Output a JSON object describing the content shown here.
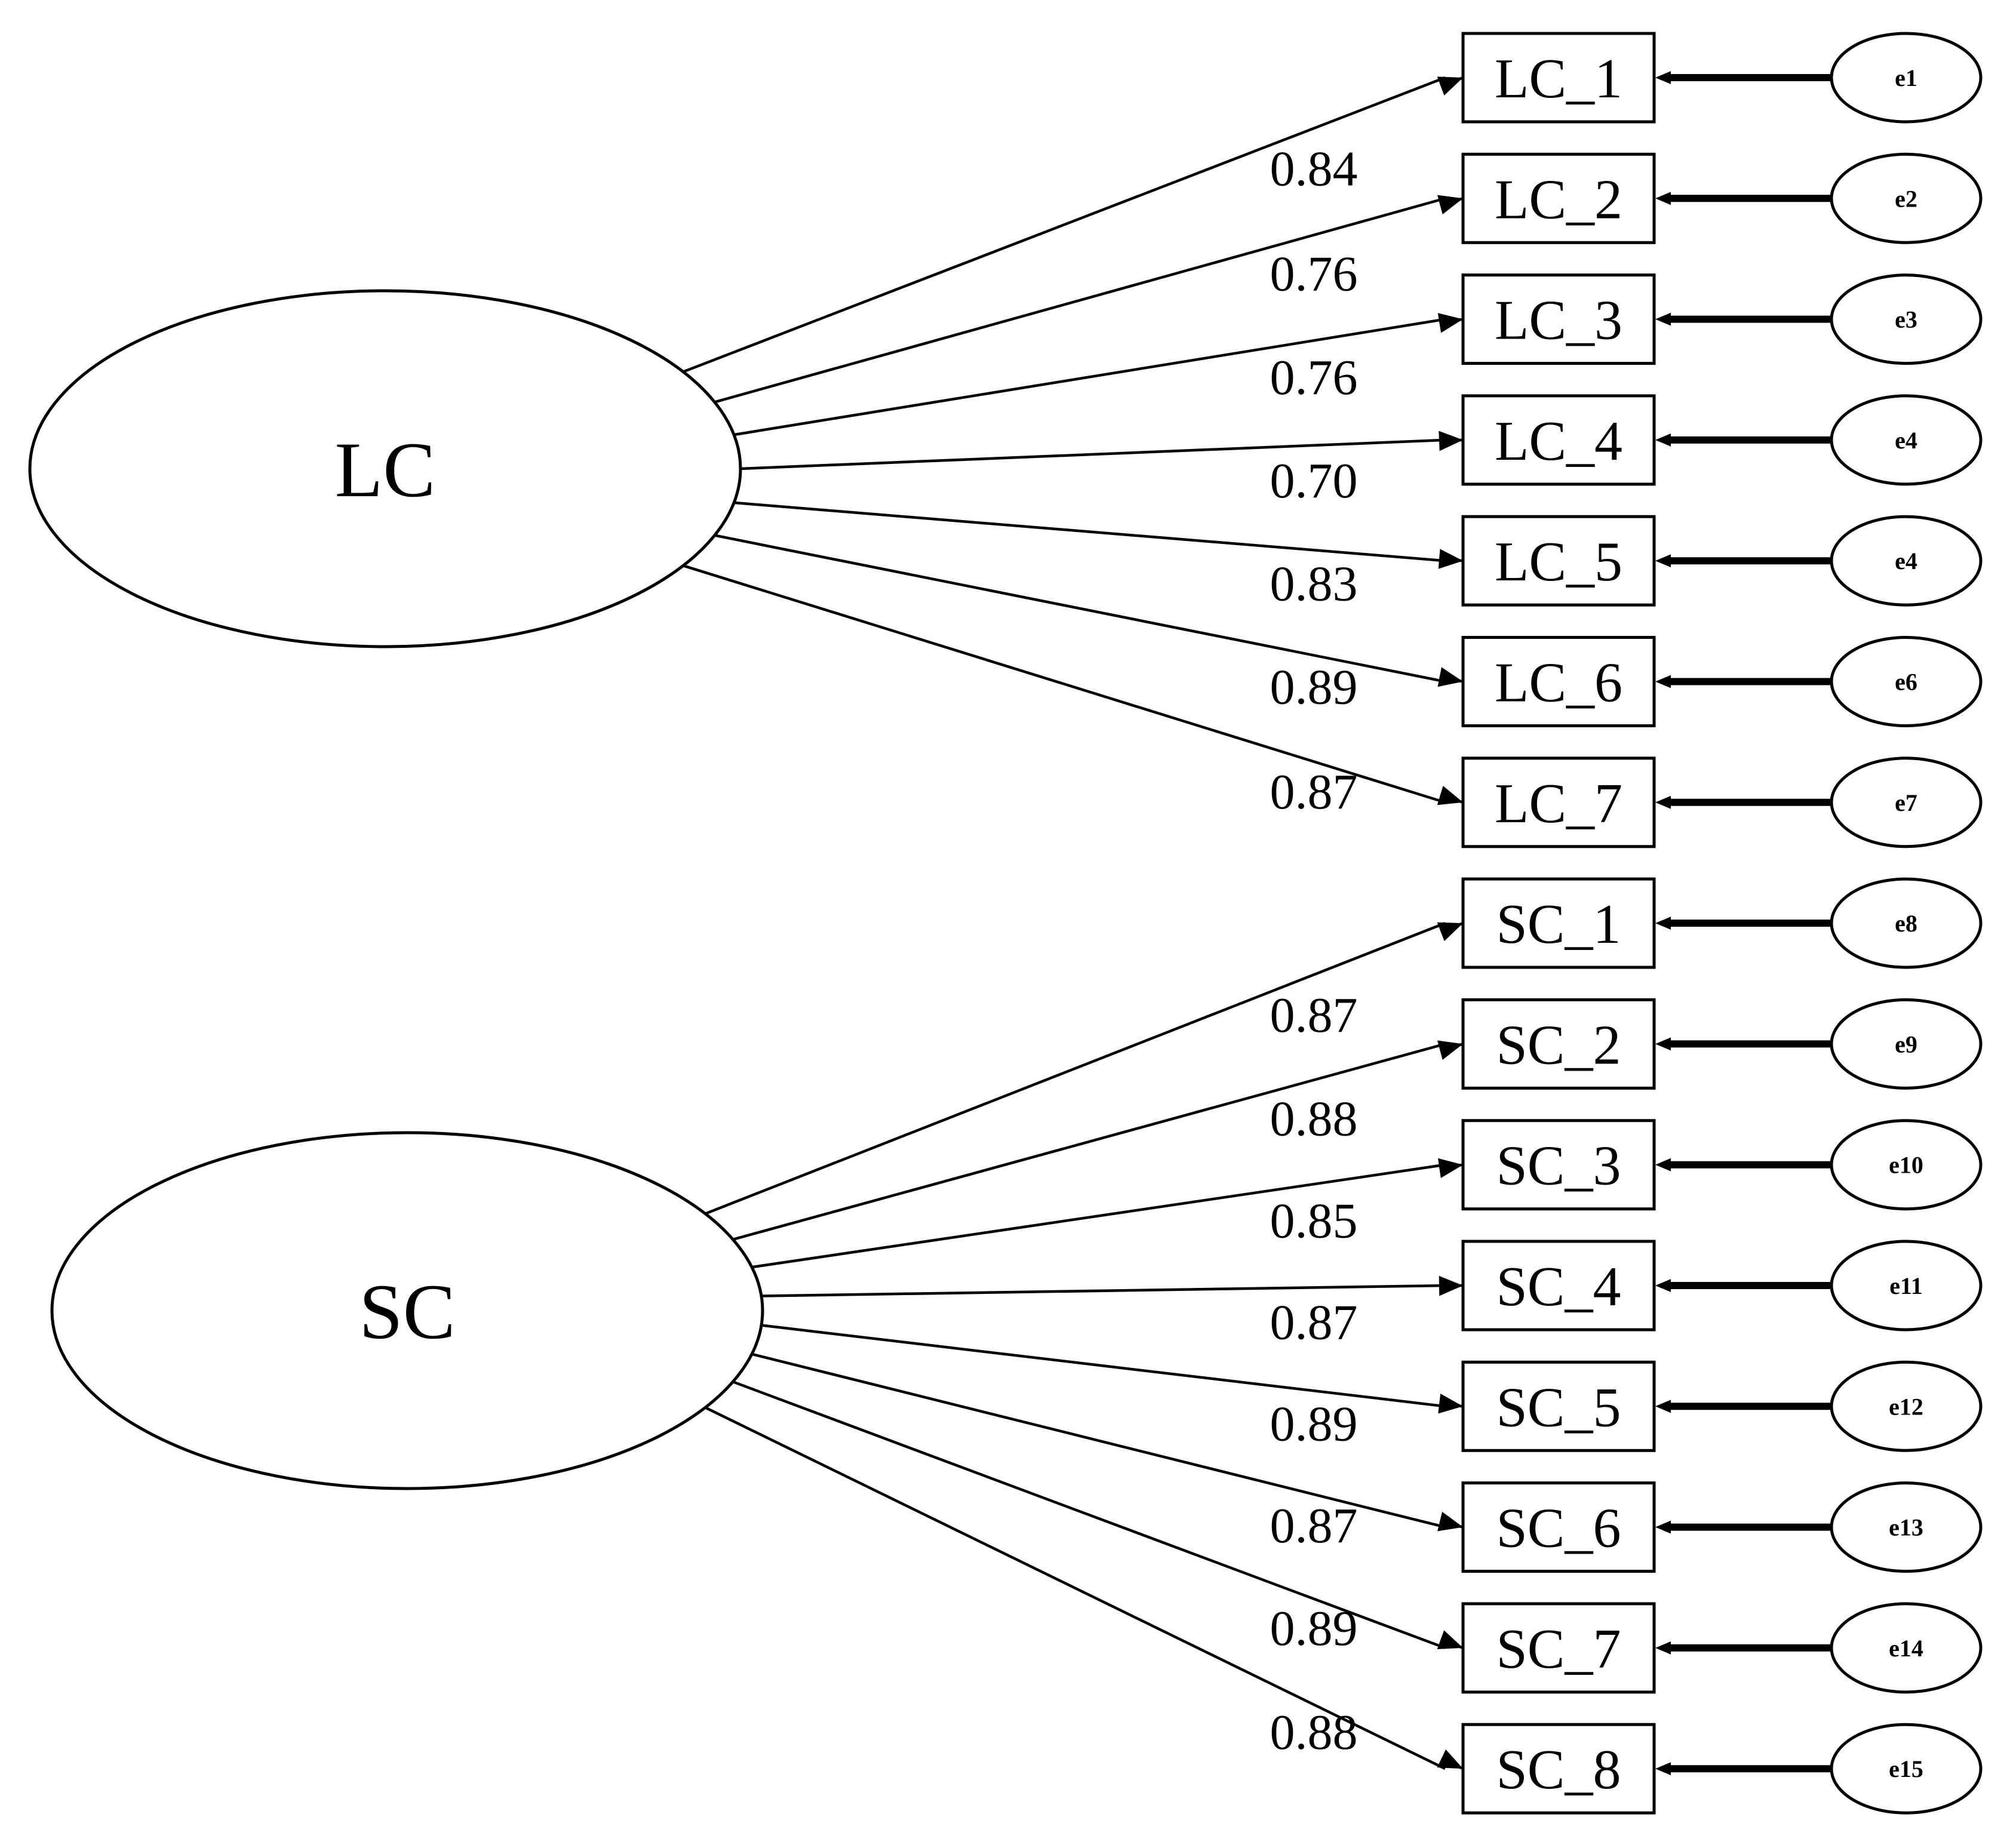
{
  "factors": [
    {
      "id": "LC",
      "label": "LC",
      "indicators": [
        {
          "label": "LC_1",
          "loading": "0.84",
          "error": "e1"
        },
        {
          "label": "LC_2",
          "loading": "0.76",
          "error": "e2"
        },
        {
          "label": "LC_3",
          "loading": "0.76",
          "error": "e3"
        },
        {
          "label": "LC_4",
          "loading": "0.70",
          "error": "e4"
        },
        {
          "label": "LC_5",
          "loading": "0.83",
          "error": "e4"
        },
        {
          "label": "LC_6",
          "loading": "0.89",
          "error": "e6"
        },
        {
          "label": "LC_7",
          "loading": "0.87",
          "error": "e7"
        }
      ]
    },
    {
      "id": "SC",
      "label": "SC",
      "indicators": [
        {
          "label": "SC_1",
          "loading": "0.87",
          "error": "e8"
        },
        {
          "label": "SC_2",
          "loading": "0.88",
          "error": "e9"
        },
        {
          "label": "SC_3",
          "loading": "0.85",
          "error": "e10"
        },
        {
          "label": "SC_4",
          "loading": "0.87",
          "error": "e11"
        },
        {
          "label": "SC_5",
          "loading": "0.89",
          "error": "e12"
        },
        {
          "label": "SC_6",
          "loading": "0.87",
          "error": "e13"
        },
        {
          "label": "SC_7",
          "loading": "0.89",
          "error": "e14"
        },
        {
          "label": "SC_8",
          "loading": "0.88",
          "error": "e15"
        }
      ]
    }
  ],
  "colors": {
    "stroke": "#000000",
    "background": "#ffffff"
  }
}
